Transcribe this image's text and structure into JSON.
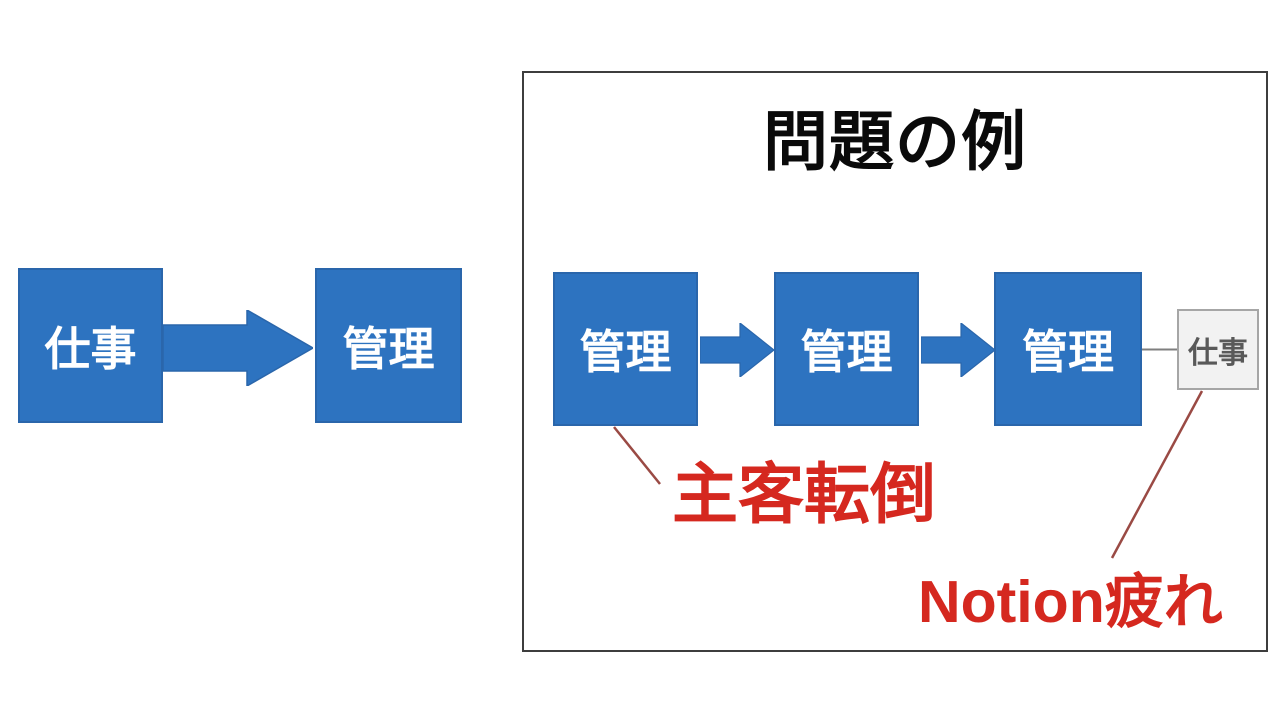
{
  "slide": {
    "background": "#ffffff"
  },
  "left_diagram": {
    "work_box_label": "仕事",
    "manage_box_label": "管理"
  },
  "panel": {
    "title": "問題の例",
    "manage_boxes": [
      {
        "label": "管理"
      },
      {
        "label": "管理"
      },
      {
        "label": "管理"
      }
    ],
    "work_box_label": "仕事",
    "annotations": {
      "reversal_label": "主客転倒",
      "fatigue_label": "Notion疲れ"
    }
  },
  "colors": {
    "box_blue": "#2d73c0",
    "box_blue_border": "#2a66ab",
    "box_text_white": "#ffffff",
    "title_black": "#0a0a0a",
    "annotation_red": "#d5281f",
    "leader_line_red": "#9a4a44",
    "connector_gray": "#7f7f7f",
    "panel_border": "#3d3d3d",
    "small_box_fill": "#f2f2f2",
    "small_box_border": "#a6a6a6",
    "small_box_text": "#595959"
  }
}
